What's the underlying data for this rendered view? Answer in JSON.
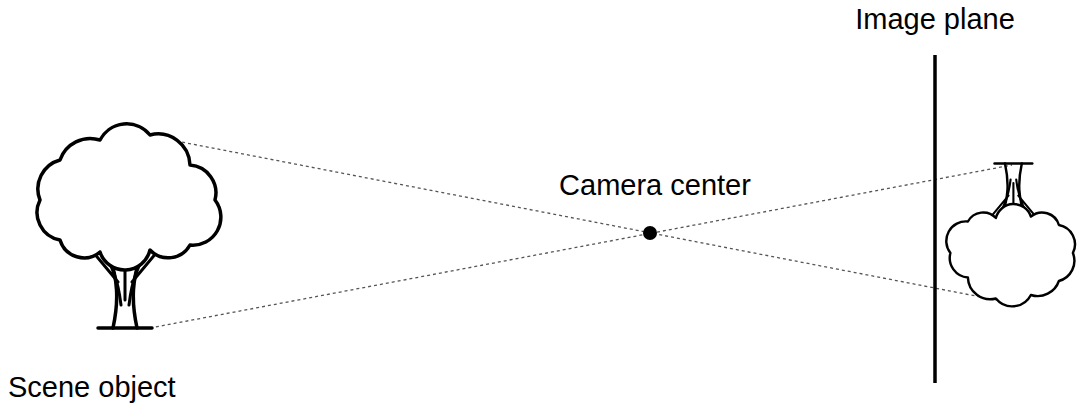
{
  "diagram": {
    "labels": [
      "Image plane",
      "Camera center",
      "Scene object"
    ]
  }
}
